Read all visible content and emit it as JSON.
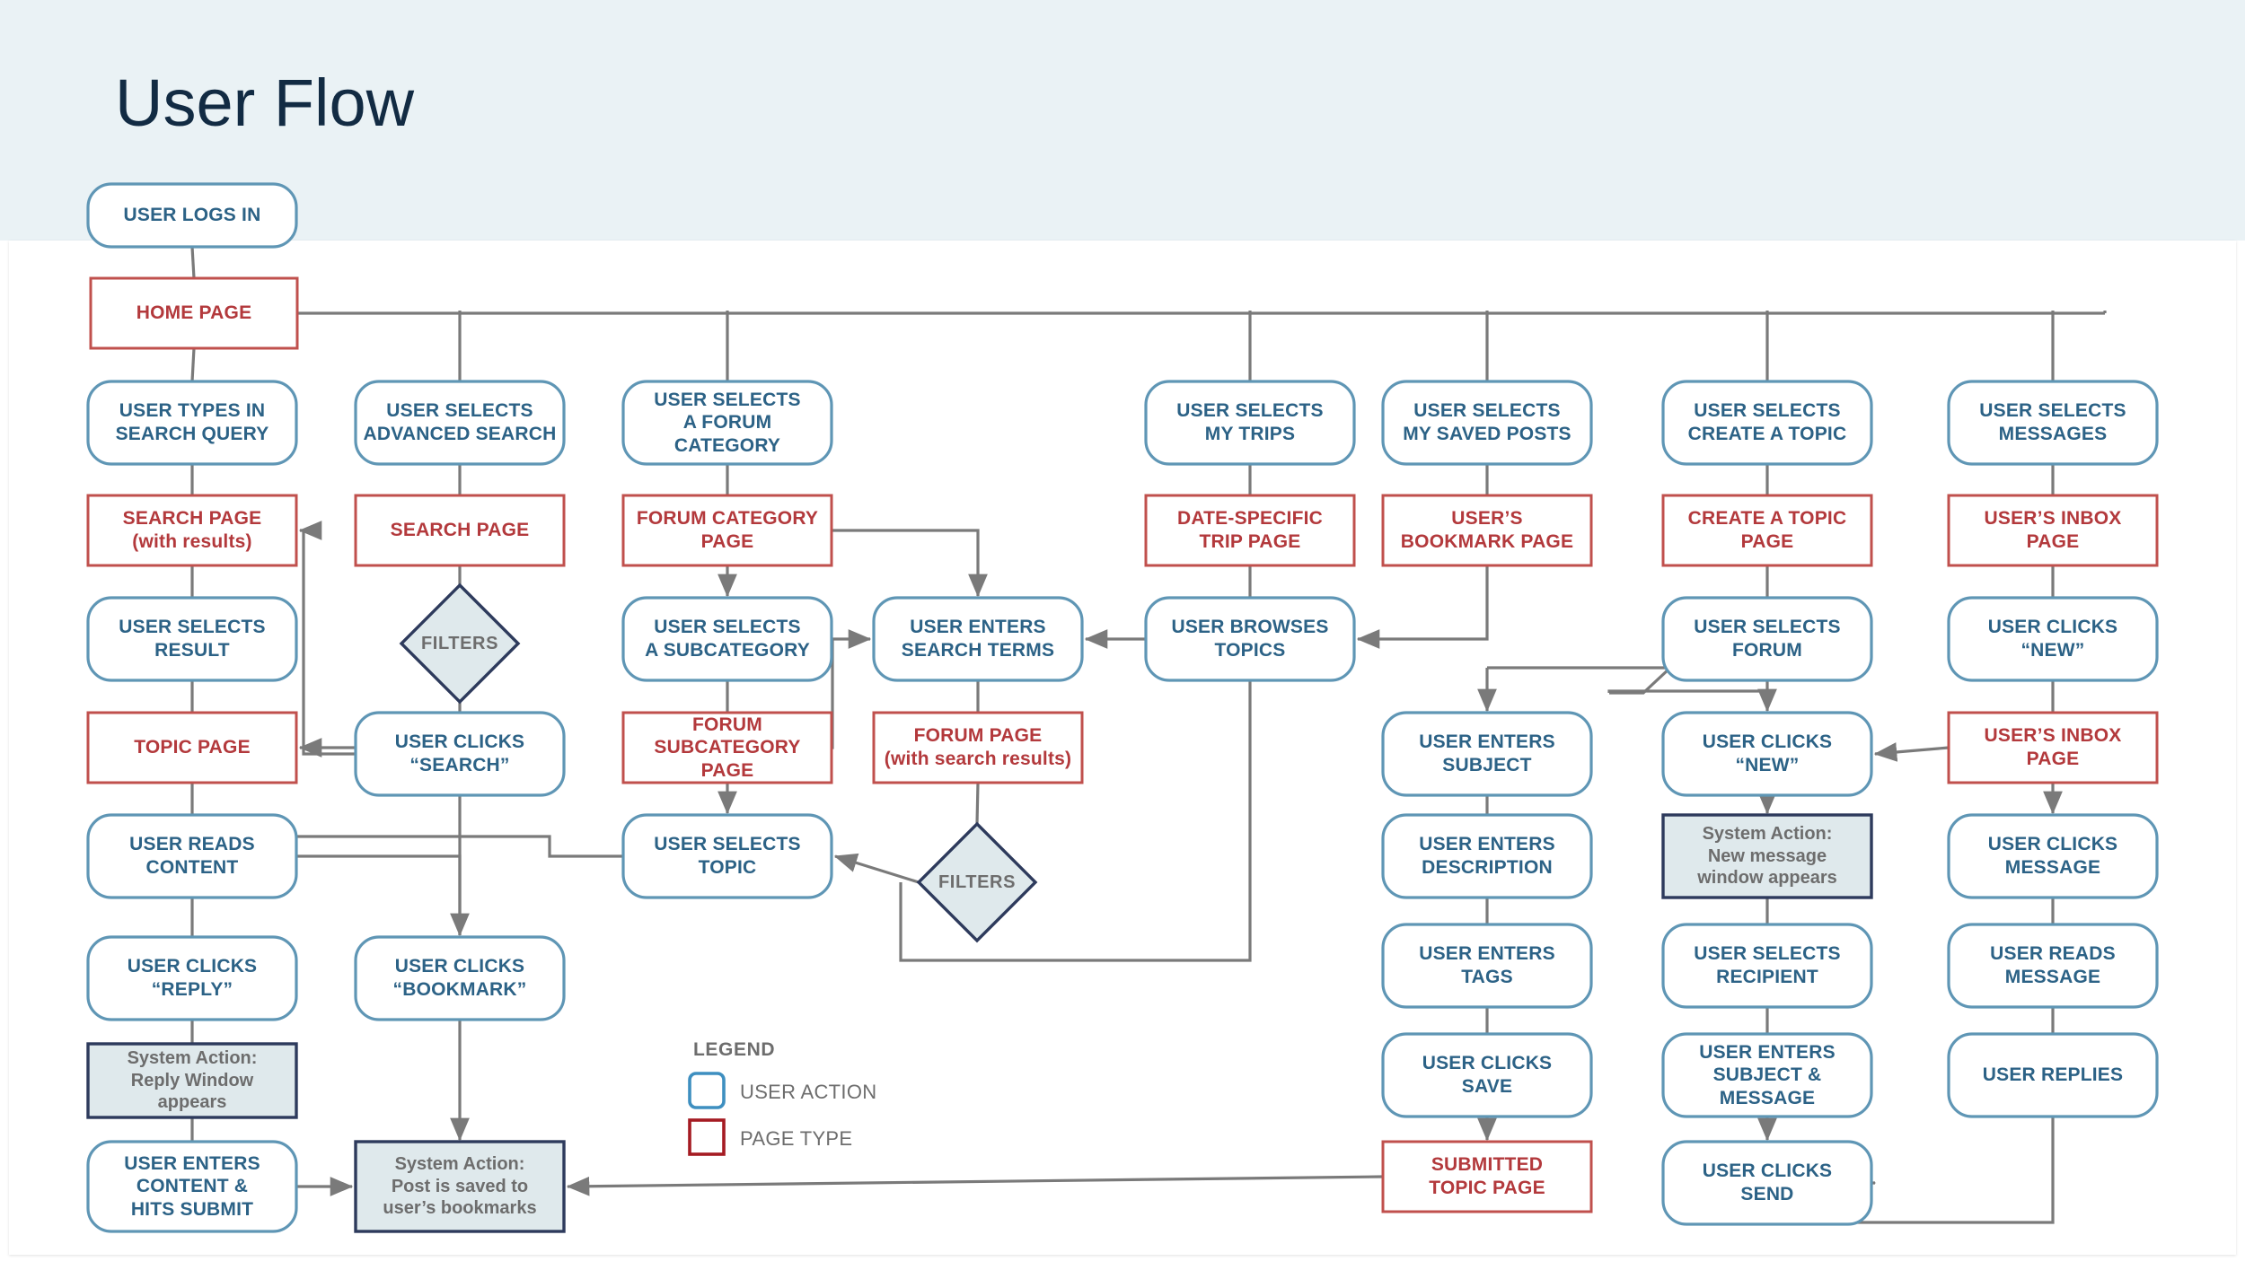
{
  "page": {
    "title": "User Flow",
    "header_bg": "#eaf2f5",
    "canvas_bg": "#ffffff"
  },
  "palette": {
    "action_stroke": "#5f96b5",
    "action_text": "#2c6286",
    "page_stroke": "#c0504d",
    "page_text": "#b3393c",
    "system_fill": "#dfe9ec",
    "system_stroke": "#2d3a5c",
    "system_text": "#6d6d6d",
    "decision_fill": "#dfe9ec",
    "decision_stroke": "#2d3a5c",
    "connector": "#7a7a7a",
    "title_color": "#122b43"
  },
  "legend": {
    "title": "LEGEND",
    "items": [
      {
        "label": "USER ACTION",
        "shape": "rounded-rect",
        "stroke": "#3e8fc0"
      },
      {
        "label": "PAGE TYPE",
        "shape": "rect",
        "stroke": "#a51b22"
      }
    ]
  },
  "nodes": [
    {
      "id": "n1",
      "type": "action",
      "lines": [
        "USER LOGS IN"
      ]
    },
    {
      "id": "n2",
      "type": "page",
      "lines": [
        "HOME PAGE"
      ]
    },
    {
      "id": "n3",
      "type": "action",
      "lines": [
        "USER TYPES IN",
        "SEARCH QUERY"
      ]
    },
    {
      "id": "n4",
      "type": "page",
      "lines": [
        "SEARCH PAGE",
        "(with results)"
      ]
    },
    {
      "id": "n5",
      "type": "action",
      "lines": [
        "USER SELECTS",
        "RESULT"
      ]
    },
    {
      "id": "n6",
      "type": "page",
      "lines": [
        "TOPIC PAGE"
      ]
    },
    {
      "id": "n7",
      "type": "action",
      "lines": [
        "USER READS",
        "CONTENT"
      ]
    },
    {
      "id": "n8",
      "type": "action",
      "lines": [
        "USER CLICKS",
        "“REPLY”"
      ]
    },
    {
      "id": "n9",
      "type": "system",
      "lines": [
        "System Action:",
        "Reply Window appears"
      ]
    },
    {
      "id": "n10",
      "type": "action",
      "lines": [
        "USER ENTERS",
        "CONTENT &",
        "HITS SUBMIT"
      ]
    },
    {
      "id": "n11",
      "type": "action",
      "lines": [
        "USER SELECTS",
        "ADVANCED SEARCH"
      ]
    },
    {
      "id": "n12",
      "type": "page",
      "lines": [
        "SEARCH PAGE"
      ]
    },
    {
      "id": "n13",
      "type": "decision",
      "lines": [
        "FILTERS"
      ]
    },
    {
      "id": "n14",
      "type": "action",
      "lines": [
        "USER CLICKS",
        "“SEARCH”"
      ]
    },
    {
      "id": "n15",
      "type": "action",
      "lines": [
        "USER CLICKS",
        "“BOOKMARK”"
      ]
    },
    {
      "id": "n16",
      "type": "system",
      "lines": [
        "System Action:",
        "Post is saved to",
        "user’s bookmarks"
      ]
    },
    {
      "id": "n17",
      "type": "action",
      "lines": [
        "USER SELECTS",
        "A FORUM CATEGORY"
      ]
    },
    {
      "id": "n18",
      "type": "page",
      "lines": [
        "FORUM CATEGORY",
        "PAGE"
      ]
    },
    {
      "id": "n19",
      "type": "action",
      "lines": [
        "USER SELECTS",
        "A SUBCATEGORY"
      ]
    },
    {
      "id": "n20",
      "type": "page",
      "lines": [
        "FORUM",
        "SUBCATEGORY PAGE"
      ]
    },
    {
      "id": "n21",
      "type": "action",
      "lines": [
        "USER SELECTS",
        "TOPIC"
      ]
    },
    {
      "id": "n22",
      "type": "action",
      "lines": [
        "USER ENTERS",
        "SEARCH TERMS"
      ]
    },
    {
      "id": "n23",
      "type": "page",
      "lines": [
        "FORUM PAGE",
        "(with search results)"
      ]
    },
    {
      "id": "n24",
      "type": "decision",
      "lines": [
        "FILTERS"
      ]
    },
    {
      "id": "n25",
      "type": "action",
      "lines": [
        "USER SELECTS",
        "MY TRIPS"
      ]
    },
    {
      "id": "n26",
      "type": "page",
      "lines": [
        "DATE-SPECIFIC",
        "TRIP PAGE"
      ]
    },
    {
      "id": "n27",
      "type": "action",
      "lines": [
        "USER BROWSES",
        "TOPICS"
      ]
    },
    {
      "id": "n28",
      "type": "action",
      "lines": [
        "USER SELECTS",
        "MY SAVED POSTS"
      ]
    },
    {
      "id": "n29",
      "type": "page",
      "lines": [
        "USER’S",
        "BOOKMARK PAGE"
      ]
    },
    {
      "id": "n30",
      "type": "action",
      "lines": [
        "USER ENTERS",
        "SUBJECT"
      ]
    },
    {
      "id": "n31",
      "type": "action",
      "lines": [
        "USER ENTERS",
        "DESCRIPTION"
      ]
    },
    {
      "id": "n32",
      "type": "action",
      "lines": [
        "USER ENTERS",
        "TAGS"
      ]
    },
    {
      "id": "n33",
      "type": "action",
      "lines": [
        "USER CLICKS",
        "SAVE"
      ]
    },
    {
      "id": "n34",
      "type": "page",
      "lines": [
        "SUBMITTED",
        "TOPIC PAGE"
      ]
    },
    {
      "id": "n35",
      "type": "action",
      "lines": [
        "USER SELECTS",
        "CREATE A TOPIC"
      ]
    },
    {
      "id": "n36",
      "type": "page",
      "lines": [
        "CREATE A TOPIC",
        "PAGE"
      ]
    },
    {
      "id": "n37",
      "type": "action",
      "lines": [
        "USER SELECTS",
        "FORUM"
      ]
    },
    {
      "id": "n38",
      "type": "action",
      "lines": [
        "USER CLICKS",
        "“NEW”"
      ]
    },
    {
      "id": "n39",
      "type": "system",
      "lines": [
        "System Action:",
        "New message",
        "window appears"
      ]
    },
    {
      "id": "n40",
      "type": "action",
      "lines": [
        "USER SELECTS",
        "RECIPIENT"
      ]
    },
    {
      "id": "n41",
      "type": "action",
      "lines": [
        "USER ENTERS",
        "SUBJECT & MESSAGE"
      ]
    },
    {
      "id": "n42",
      "type": "action",
      "lines": [
        "USER CLICKS",
        "SEND"
      ]
    },
    {
      "id": "n43",
      "type": "action",
      "lines": [
        "USER SELECTS",
        "MESSAGES"
      ]
    },
    {
      "id": "n44",
      "type": "page",
      "lines": [
        "USER’S INBOX PAGE"
      ]
    },
    {
      "id": "n45",
      "type": "action",
      "lines": [
        "USER CLICKS",
        "“NEW”"
      ]
    },
    {
      "id": "n46",
      "type": "page",
      "lines": [
        "USER’S INBOX PAGE"
      ]
    },
    {
      "id": "n47",
      "type": "action",
      "lines": [
        "USER CLICKS",
        "MESSAGE"
      ]
    },
    {
      "id": "n48",
      "type": "action",
      "lines": [
        "USER READS",
        "MESSAGE"
      ]
    },
    {
      "id": "n49",
      "type": "action",
      "lines": [
        "USER REPLIES"
      ]
    }
  ]
}
